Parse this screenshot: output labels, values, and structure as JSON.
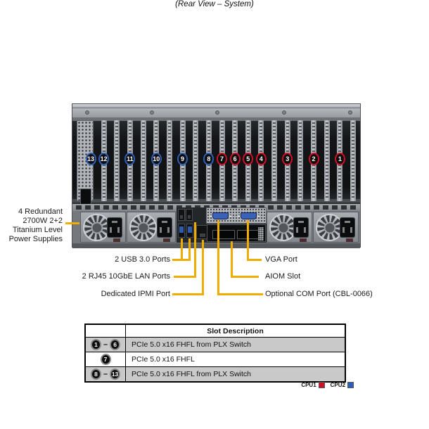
{
  "title": "(Rear View – System)",
  "colors": {
    "accent": "#F0AC00",
    "cpu1": "#CE1126",
    "cpu2": "#2E5FB7"
  },
  "chassis": {
    "slots": [
      {
        "label": "13",
        "cpu": "CPU2"
      },
      {
        "label": "12",
        "cpu": "CPU2"
      },
      {
        "label": "11",
        "cpu": "CPU2"
      },
      {
        "label": "10",
        "cpu": "CPU2"
      },
      {
        "label": "9",
        "cpu": "CPU2"
      },
      {
        "label": "8",
        "cpu": "CPU2"
      },
      {
        "label": "7",
        "cpu": "CPU1"
      },
      {
        "label": "6",
        "cpu": "CPU1"
      },
      {
        "label": "5",
        "cpu": "CPU1"
      },
      {
        "label": "4",
        "cpu": "CPU1"
      },
      {
        "label": "3",
        "cpu": "CPU1"
      },
      {
        "label": "2",
        "cpu": "CPU1"
      },
      {
        "label": "1",
        "cpu": "CPU1"
      }
    ]
  },
  "callouts": {
    "psu": {
      "lines": [
        "4 Redundant",
        "2700W 2+2",
        "Titanium Level",
        "Power Supplies"
      ]
    },
    "left": [
      "2 USB 3.0 Ports",
      "2 RJ45 10GbE LAN Ports",
      "Dedicated IPMI Port"
    ],
    "right": [
      "VGA Port",
      "AIOM Slot",
      "Optional COM Port (CBL-0066)"
    ]
  },
  "table": {
    "header": "Slot Description",
    "range_dash": "–",
    "rows": [
      {
        "slot_from": "1",
        "slot_to": "6",
        "cpu": "CPU1",
        "description": "PCIe 5.0 x16 FHFL from PLX Switch"
      },
      {
        "slot_from": "7",
        "slot_to": "",
        "cpu": "CPU1",
        "description": "PCIe 5.0 x16 FHFL"
      },
      {
        "slot_from": "8",
        "slot_to": "13",
        "cpu": "CPU2",
        "description": "PCIe 5.0 x16 FHFL from PLX Switch"
      }
    ]
  },
  "legend": [
    {
      "label": "CPU1",
      "cpu": "CPU1"
    },
    {
      "label": "CPU2",
      "cpu": "CPU2"
    }
  ]
}
